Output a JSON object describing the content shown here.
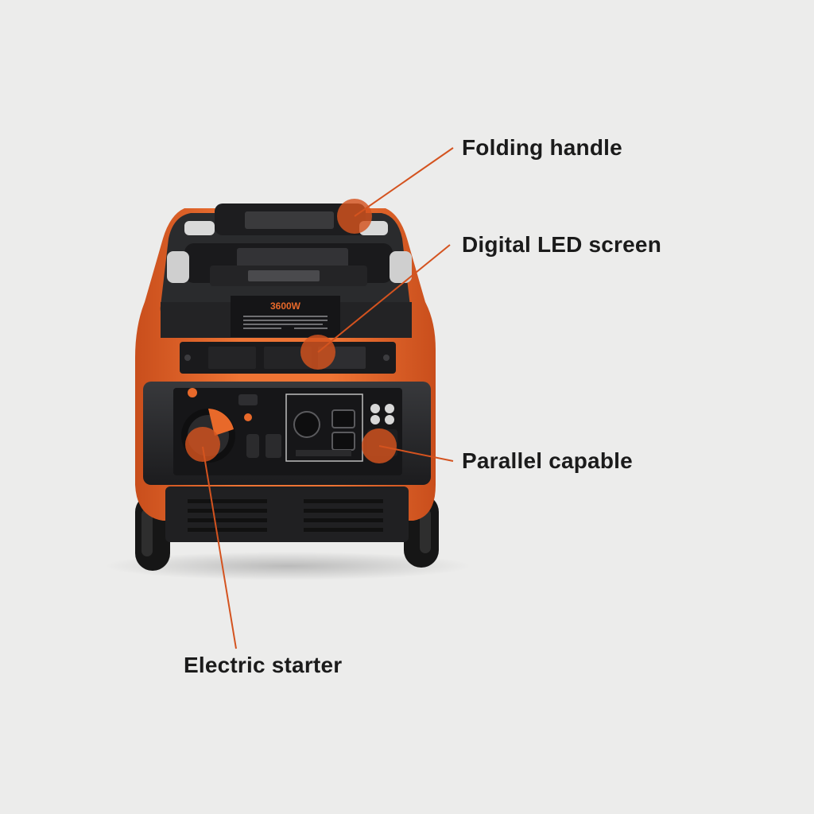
{
  "product": {
    "badge_text": "3600W",
    "accent_color": "#e8692a",
    "body_color": "#1f1f21",
    "callout_color": "#d4531f"
  },
  "callouts": {
    "folding_handle": "Folding handle",
    "digital_led_screen": "Digital LED screen",
    "parallel_capable": "Parallel capable",
    "electric_starter": "Electric starter"
  }
}
